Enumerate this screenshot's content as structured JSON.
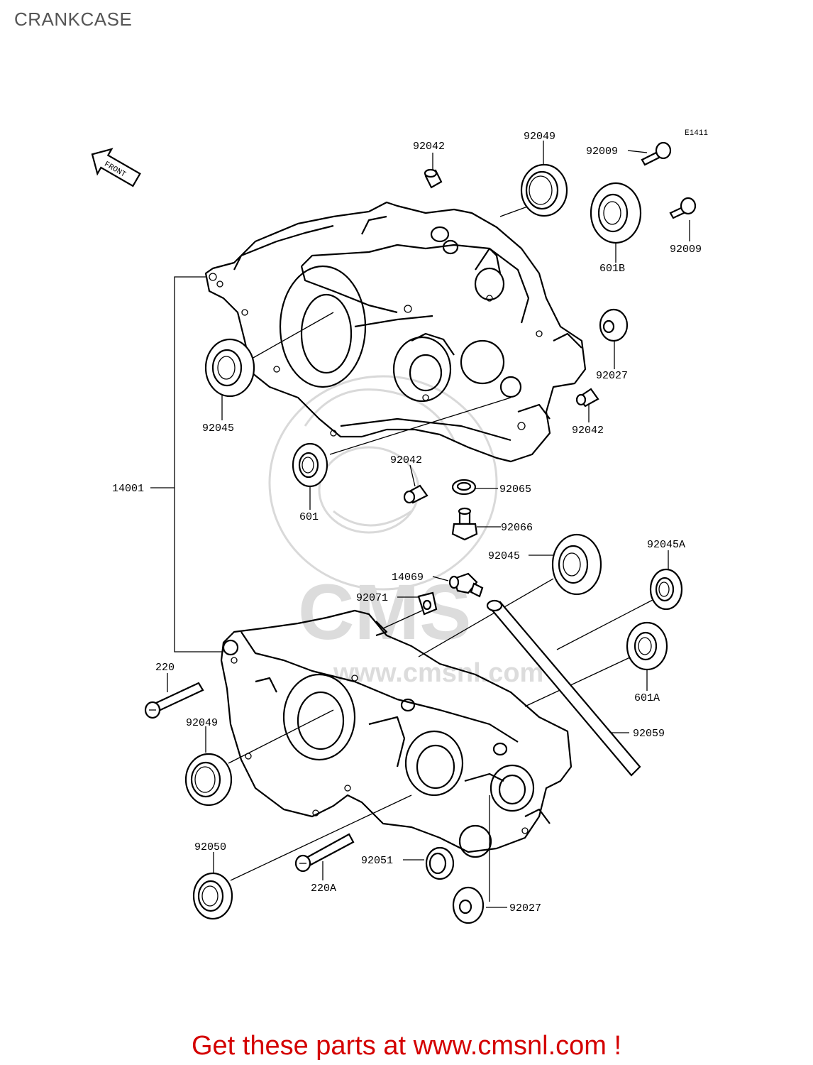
{
  "title": "CRANKCASE",
  "diagram_code": "E1411",
  "front_arrow_label": "FRONT",
  "watermark": {
    "letters": "CMS",
    "url": "www.cmsnl.com"
  },
  "callouts": {
    "p92042_top": "92042",
    "p92049_top": "92049",
    "p92009_a": "92009",
    "p92009_b": "92009",
    "p601B": "601B",
    "p92027_right": "92027",
    "p92042_right": "92042",
    "p92045_left": "92045",
    "p14001": "14001",
    "p601": "601",
    "p92042_mid": "92042",
    "p92065": "92065",
    "p92066": "92066",
    "p92045_mid": "92045",
    "p92045A": "92045A",
    "p14069": "14069",
    "p92071": "92071",
    "p220": "220",
    "p601A": "601A",
    "p92049_low": "92049",
    "p92059": "92059",
    "p92050": "92050",
    "p92051": "92051",
    "p220A": "220A",
    "p92027_low": "92027"
  },
  "cta": "Get these parts at www.cmsnl.com !"
}
